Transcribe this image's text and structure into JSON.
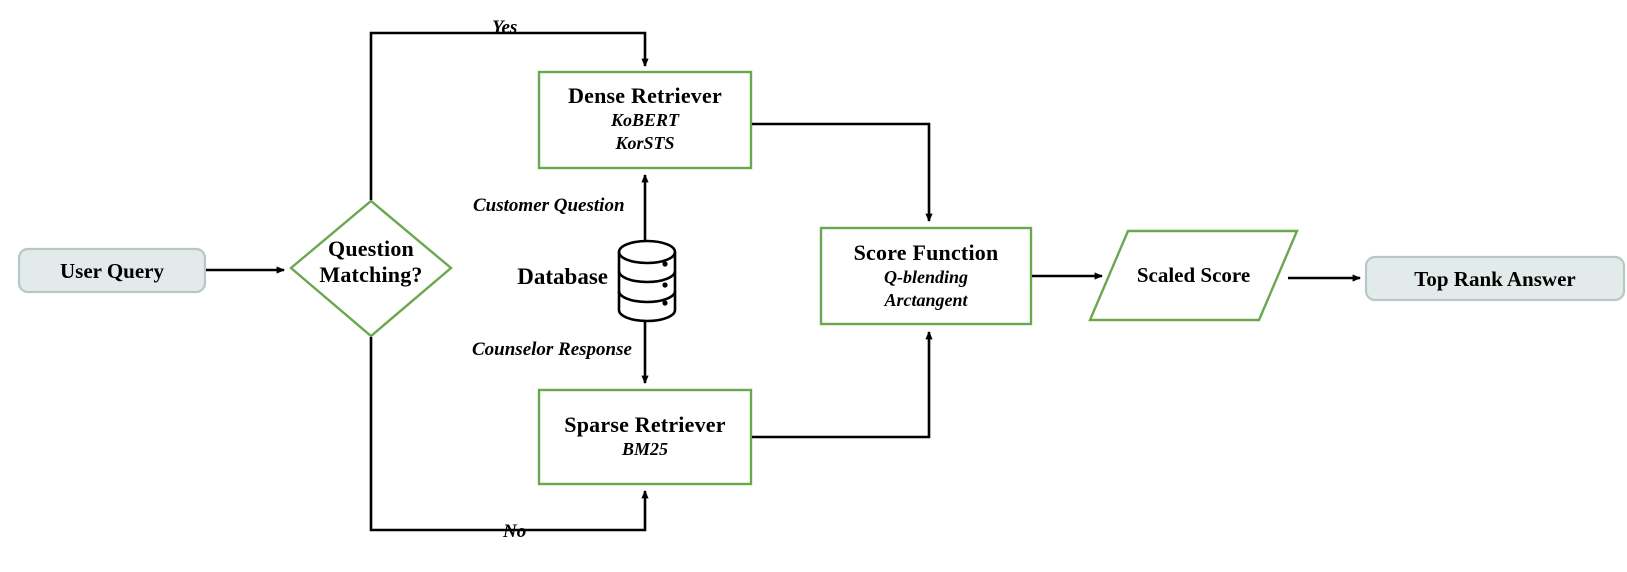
{
  "diagram": {
    "title": "Question answering retrieval pipeline",
    "colors": {
      "green_stroke": "#6aa84f",
      "black_stroke": "#000000",
      "pill_fill": "#e3eaea",
      "pill_stroke": "#b7c6c6",
      "node_fill": "#ffffff",
      "text": "#000000"
    },
    "nodes": {
      "user_query": {
        "label": "User Query",
        "shape": "rounded-rect"
      },
      "question_matching": {
        "label_line1": "Question",
        "label_line2": "Matching?",
        "shape": "diamond"
      },
      "database": {
        "label": "Database",
        "shape": "cylinder"
      },
      "dense_retriever": {
        "title": "Dense Retriever",
        "sub1": "KoBERT",
        "sub2": "KorSTS",
        "shape": "rect"
      },
      "sparse_retriever": {
        "title": "Sparse Retriever",
        "sub1": "BM25",
        "shape": "rect"
      },
      "score_function": {
        "title": "Score Function",
        "sub1": "Q-blending",
        "sub2": "Arctangent",
        "shape": "rect"
      },
      "scaled_score": {
        "label": "Scaled Score",
        "shape": "parallelogram"
      },
      "top_rank_answer": {
        "label": "Top Rank Answer",
        "shape": "rounded-rect"
      }
    },
    "edge_labels": {
      "yes": "Yes",
      "no": "No",
      "customer_question": "Customer Question",
      "counselor_response": "Counselor Response"
    }
  }
}
